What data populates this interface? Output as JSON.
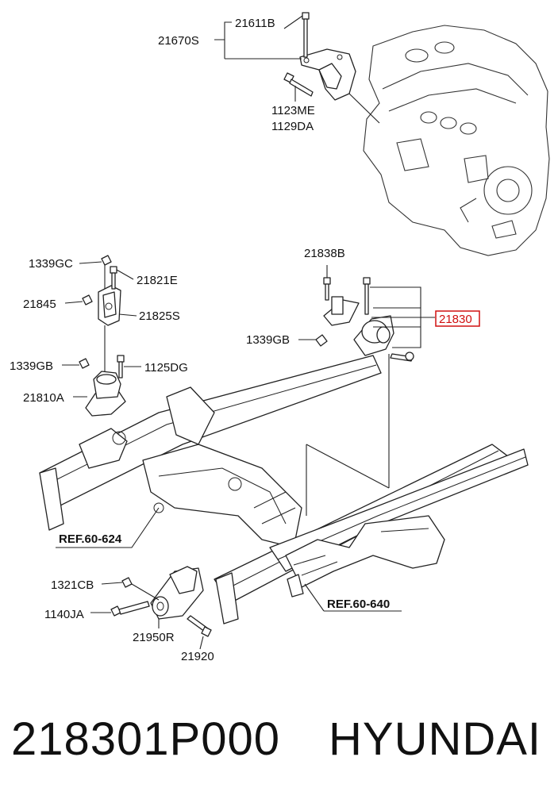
{
  "labels": {
    "p21611B": "21611B",
    "p21670S": "21670S",
    "p1123ME": "1123ME",
    "p1129DA": "1129DA",
    "p21838B": "21838B",
    "p21830": "21830",
    "p1339GB_r": "1339GB",
    "p1339GC": "1339GC",
    "p21821E": "21821E",
    "p21845": "21845",
    "p21825S": "21825S",
    "p1339GB_l": "1339GB",
    "p1125DG": "1125DG",
    "p21810A": "21810A",
    "ref60624": "REF.60-624",
    "ref60640": "REF.60-640",
    "p1321CB": "1321CB",
    "p1140JA": "1140JA",
    "p21950R": "21950R",
    "p21920": "21920"
  },
  "highlight": {
    "part": "21830",
    "color": "#d01010"
  },
  "footer": {
    "part_number": "218301P000",
    "brand": "HYUNDAI"
  }
}
